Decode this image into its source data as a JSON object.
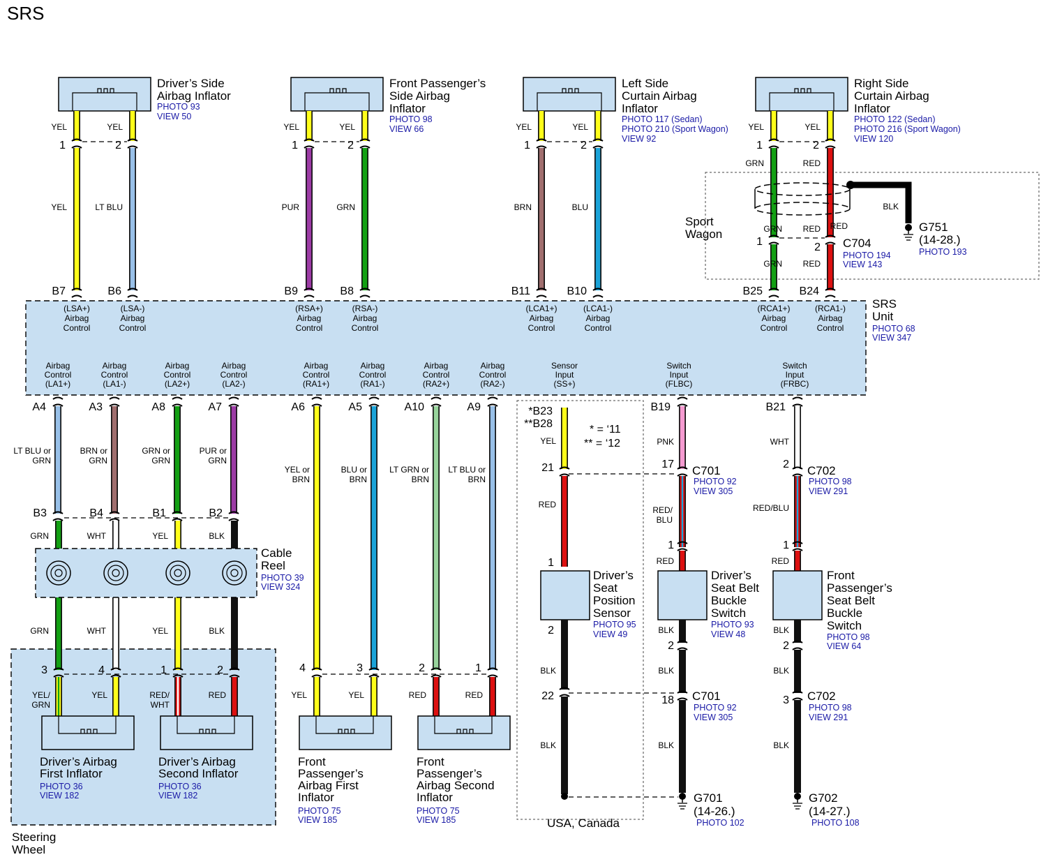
{
  "title": "SRS",
  "srs_unit": {
    "name": [
      "SRS",
      "Unit"
    ],
    "photo": "PHOTO 68",
    "view": "VIEW 347"
  },
  "notes": {
    "b23": "*B23",
    "b28": "**B28",
    "n11": "* = ‘11",
    "n12": "** = ‘12",
    "region": "USA, Canada"
  },
  "sport_wagon": [
    "Sport",
    "Wagon"
  ],
  "steering_wheel": [
    "Steering",
    "Wheel"
  ],
  "cable_reel": {
    "name": [
      "Cable",
      "Reel"
    ],
    "photo": "PHOTO 39",
    "view": "VIEW 324"
  },
  "colors": {
    "YEL": "#ffff1a",
    "LTBLU": "#98c0e8",
    "PUR": "#9c3ba5",
    "GRN": "#13a013",
    "BRN": "#a06e6e",
    "BLU": "#1ba3d8",
    "RED": "#dd1010",
    "BLK": "#111111",
    "WHT": "#ffffff",
    "LTGRN": "#98d49c",
    "PNK": "#f59ad0",
    "box": "#c8dff2"
  },
  "top_components": [
    {
      "id": "driver-side",
      "name": [
        "Driver’s Side",
        "Airbag Inflator"
      ],
      "refs": [
        "PHOTO 93",
        "VIEW 50"
      ]
    },
    {
      "id": "passenger-side",
      "name": [
        "Front Passenger’s",
        "Side Airbag",
        "Inflator"
      ],
      "refs": [
        "PHOTO 98",
        "VIEW 66"
      ]
    },
    {
      "id": "left-curtain",
      "name": [
        "Left Side",
        "Curtain Airbag",
        "Inflator"
      ],
      "refs": [
        "PHOTO 117 (Sedan)",
        "PHOTO 210 (Sport Wagon)",
        "VIEW 92"
      ]
    },
    {
      "id": "right-curtain",
      "name": [
        "Right Side",
        "Curtain Airbag",
        "Inflator"
      ],
      "refs": [
        "PHOTO 122 (Sedan)",
        "PHOTO 216 (Sport Wagon)",
        "VIEW 120"
      ]
    }
  ],
  "top_wires": [
    {
      "upper": "YEL",
      "lower": "YEL",
      "lower_color": "YEL",
      "pin": "1",
      "unit_pin": "B7",
      "func": [
        "(LSA+)",
        "Airbag",
        "Control"
      ]
    },
    {
      "upper": "YEL",
      "lower": "LT BLU",
      "lower_color": "LTBLU",
      "pin": "2",
      "unit_pin": "B6",
      "func": [
        "(LSA-)",
        "Airbag",
        "Control"
      ]
    },
    {
      "upper": "YEL",
      "lower": "PUR",
      "lower_color": "PUR",
      "pin": "1",
      "unit_pin": "B9",
      "func": [
        "(RSA+)",
        "Airbag",
        "Control"
      ]
    },
    {
      "upper": "YEL",
      "lower": "GRN",
      "lower_color": "GRN",
      "pin": "2",
      "unit_pin": "B8",
      "func": [
        "(RSA-)",
        "Airbag",
        "Control"
      ]
    },
    {
      "upper": "YEL",
      "lower": "BRN",
      "lower_color": "BRN",
      "pin": "1",
      "unit_pin": "B11",
      "func": [
        "(LCA1+)",
        "Airbag",
        "Control"
      ]
    },
    {
      "upper": "YEL",
      "lower": "BLU",
      "lower_color": "BLU",
      "pin": "2",
      "unit_pin": "B10",
      "func": [
        "(LCA1-)",
        "Airbag",
        "Control"
      ]
    },
    {
      "upper": "YEL",
      "lower": "GRN",
      "lower_color": "GRN",
      "pin": "1",
      "unit_pin": "B25",
      "func": [
        "(RCA1+)",
        "Airbag",
        "Control"
      ]
    },
    {
      "upper": "YEL",
      "lower": "RED",
      "lower_color": "RED",
      "pin": "2",
      "unit_pin": "B24",
      "func": [
        "(RCA1-)",
        "Airbag",
        "Control"
      ]
    }
  ],
  "c704": {
    "name": "C704",
    "pins": [
      "1",
      "2"
    ],
    "photo": "PHOTO 194",
    "view": "VIEW 143",
    "wires": [
      "GRN",
      "RED"
    ]
  },
  "g751": {
    "name": "G751",
    "ref": "(14-28.)",
    "photo": "PHOTO 193",
    "wire": "BLK"
  },
  "bottom_funcs": [
    [
      "Airbag",
      "Control",
      "(LA1+)"
    ],
    [
      "Airbag",
      "Control",
      "(LA1-)"
    ],
    [
      "Airbag",
      "Control",
      "(LA2+)"
    ],
    [
      "Airbag",
      "Control",
      "(LA2-)"
    ],
    [
      "Airbag",
      "Control",
      "(RA1+)"
    ],
    [
      "Airbag",
      "Control",
      "(RA1-)"
    ],
    [
      "Airbag",
      "Control",
      "(RA2+)"
    ],
    [
      "Airbag",
      "Control",
      "(RA2-)"
    ],
    [
      "Sensor",
      "Input",
      "(SS+)"
    ],
    [
      "Switch",
      "Input",
      "(FLBC)"
    ],
    [
      "Switch",
      "Input",
      "(FRBC)"
    ]
  ],
  "steering_wires": [
    {
      "unit_pin": "A4",
      "color_label": [
        "LT BLU or",
        "GRN"
      ],
      "col": "LTBLU",
      "sw_pin": "B3",
      "lower": "GRN",
      "lcol": "GRN",
      "inf_pin": "3",
      "inf_label": [
        "YEL/",
        "GRN"
      ]
    },
    {
      "unit_pin": "A3",
      "color_label": [
        "BRN or",
        "GRN"
      ],
      "col": "BRN",
      "sw_pin": "B4",
      "lower": "WHT",
      "lcol": "WHT",
      "inf_pin": "4",
      "inf_label": [
        "YEL"
      ]
    },
    {
      "unit_pin": "A8",
      "color_label": [
        "GRN or",
        "GRN"
      ],
      "col": "GRN",
      "sw_pin": "B1",
      "lower": "YEL",
      "lcol": "YEL",
      "inf_pin": "1",
      "inf_label": [
        "RED/",
        "WHT"
      ]
    },
    {
      "unit_pin": "A7",
      "color_label": [
        "PUR or",
        "GRN"
      ],
      "col": "PUR",
      "sw_pin": "B2",
      "lower": "BLK",
      "lcol": "BLK",
      "inf_pin": "2",
      "inf_label": [
        "RED"
      ]
    }
  ],
  "passenger_wires": [
    {
      "unit_pin": "A6",
      "color_label": [
        "YEL or",
        "BRN"
      ],
      "col": "YEL",
      "inf_pin": "4",
      "lower": "YEL",
      "lcol": "YEL"
    },
    {
      "unit_pin": "A5",
      "color_label": [
        "BLU or",
        "BRN"
      ],
      "col": "BLU",
      "inf_pin": "3",
      "lower": "YEL",
      "lcol": "YEL"
    },
    {
      "unit_pin": "A10",
      "color_label": [
        "LT GRN or",
        "BRN"
      ],
      "col": "LTGRN",
      "inf_pin": "2",
      "lower": "RED",
      "lcol": "RED"
    },
    {
      "unit_pin": "A9",
      "color_label": [
        "LT BLU or",
        "BRN"
      ],
      "col": "LTBLU",
      "inf_pin": "1",
      "lower": "RED",
      "lcol": "RED"
    }
  ],
  "inflators": [
    {
      "name": [
        "Driver’s Airbag",
        "First Inflator"
      ],
      "photo": "PHOTO 36",
      "view": "VIEW 182"
    },
    {
      "name": [
        "Driver’s Airbag",
        "Second Inflator"
      ],
      "photo": "PHOTO 36",
      "view": "VIEW 182"
    },
    {
      "name": [
        "Front",
        "Passenger’s",
        "Airbag First",
        "Inflator"
      ],
      "photo": "PHOTO 75",
      "view": "VIEW 185"
    },
    {
      "name": [
        "Front",
        "Passenger’s",
        "Airbag Second",
        "Inflator"
      ],
      "photo": "PHOTO 75",
      "view": "VIEW 185"
    }
  ],
  "sensor": {
    "pin_top": "21",
    "wire_top": "YEL",
    "wire_mid": "RED",
    "pin_in": "1",
    "pin_out": "2",
    "wire_low1": "BLK",
    "pin_c": "22",
    "wire_low2": "BLK",
    "name": [
      "Driver’s",
      "Seat",
      "Position",
      "Sensor"
    ],
    "photo": "PHOTO 95",
    "view": "VIEW 49"
  },
  "driver_buckle": {
    "unit_pin": "B19",
    "wire_top": "PNK",
    "c_pin1": "17",
    "conn": "C701",
    "c_photo": "PHOTO 92",
    "c_view": "VIEW 305",
    "wire_mid": [
      "RED/",
      "BLU"
    ],
    "pin_r": "1",
    "wire_in": "RED",
    "wire_out": "BLK",
    "pin_o": "2",
    "wire_low1": "BLK",
    "c_pin2": "18",
    "wire_low2": "BLK",
    "name": [
      "Driver’s",
      "Seat Belt",
      "Buckle",
      "Switch"
    ],
    "photo": "PHOTO 93",
    "view": "VIEW 48",
    "ground": "G701",
    "gref": "(14-26.)",
    "gphoto": "PHOTO 102"
  },
  "passenger_buckle": {
    "unit_pin": "B21",
    "wire_top": "WHT",
    "c_pin1": "2",
    "conn": "C702",
    "c_photo": "PHOTO 98",
    "c_view": "VIEW 291",
    "wire_mid": "RED/BLU",
    "pin_r": "1",
    "wire_in": "RED",
    "wire_out": "BLK",
    "pin_o": "2",
    "wire_low1": "BLK",
    "c_pin2": "3",
    "wire_low2": "BLK",
    "name": [
      "Front",
      "Passenger’s",
      "Seat Belt",
      "Buckle",
      "Switch"
    ],
    "photo": "PHOTO 98",
    "view": "VIEW 64",
    "ground": "G702",
    "gref": "(14-27.)",
    "gphoto": "PHOTO 108"
  }
}
